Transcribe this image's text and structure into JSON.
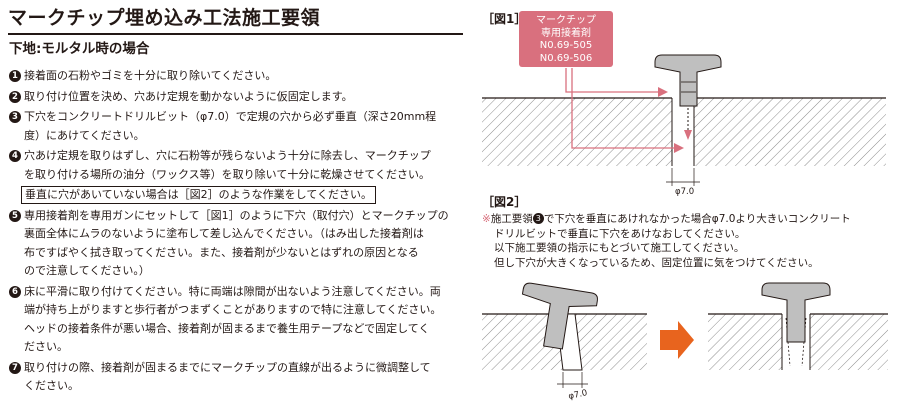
{
  "title": "マークチップ埋め込み工法施工要領",
  "subtitle": "下地:モルタル時の場合",
  "steps": [
    {
      "num": "1",
      "lines": [
        "接着面の石粉やゴミを十分に取り除いてください。"
      ]
    },
    {
      "num": "2",
      "lines": [
        "取り付け位置を決め、穴あけ定規を動かないように仮固定します。"
      ]
    },
    {
      "num": "3",
      "lines": [
        "下穴をコンクリートドリルビット（φ7.0）で定規の穴から必ず垂直（深さ20mm程",
        "度）にあけてください。"
      ]
    },
    {
      "num": "4",
      "lines": [
        "穴あけ定規を取りはずし、穴に石粉等が残らないよう十分に除去し、マークチップ",
        "を取り付ける場所の油分（ワックス等）を取り除いて十分に乾燥させてください。"
      ],
      "notice": "垂直に穴があいていない場合は［図2］のような作業をしてください。"
    },
    {
      "num": "5",
      "lines": [
        "専用接着剤を専用ガンにセットして［図1］のように下穴（取付穴）とマークチップの",
        "裏面全体にムラのないように塗布して差し込んでください。（はみ出した接着剤は",
        "布ですばやく拭き取ってください。また、接着剤が少ないとはずれの原因となる",
        "ので注意してください。）"
      ]
    },
    {
      "num": "6",
      "lines": [
        "床に平滑に取り付けてください。特に両端は隙間が出ないよう注意してください。両",
        "端が持ち上がりますと歩行者がつまずくことがありますので特に注意してください。",
        "ヘッドの接着条件が悪い場合、接着剤が固まるまで養生用テープなどで固定してく",
        "ださい。"
      ]
    },
    {
      "num": "7",
      "lines": [
        "取り付けの際、接着剤が固まるまでにマークチップの直線が出るように微調整して",
        "ください。"
      ]
    }
  ],
  "fig1": {
    "label": "［図1］",
    "badge": [
      "マークチップ",
      "専用接着剤",
      "N0.69-505",
      "N0.69-506"
    ],
    "dim": "φ7.0"
  },
  "fig2": {
    "label": "［図2］",
    "note_mark": "※",
    "note_prefix": "施工要領",
    "note_num": "3",
    "note_lines": [
      "で下穴を垂直にあけれなかった場合φ7.0より大きいコンクリート",
      "ドリルビットで垂直に下穴をあけなおしてください。",
      "以下施工要領の指示にもとづいて施工してください。",
      "但し下穴が大きくなっているため、固定位置に気をつけてください。"
    ],
    "dim": "φ7.0"
  },
  "colors": {
    "text": "#231815",
    "badge": "#d9707e",
    "arrow": "#e8641e",
    "hatch": "#8e8e8e"
  }
}
